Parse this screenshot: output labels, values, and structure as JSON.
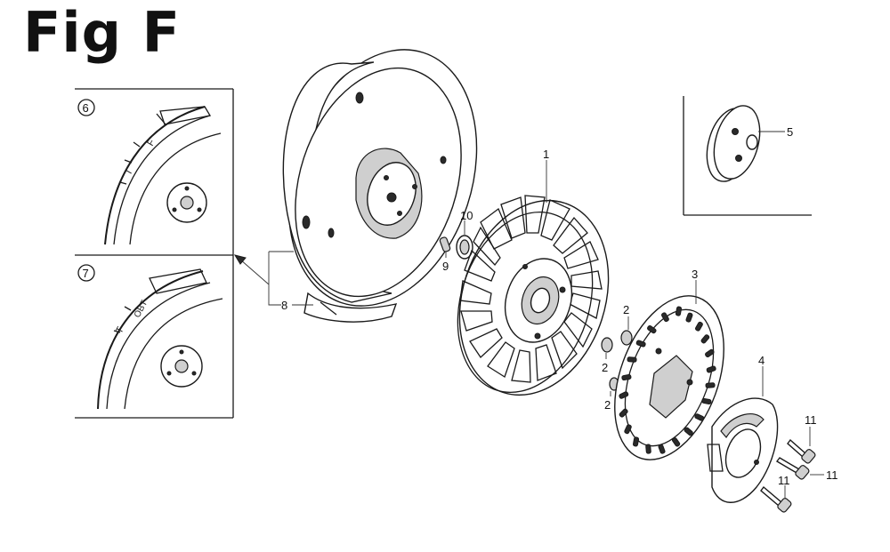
{
  "figure": {
    "title": "Fig F"
  },
  "callouts": {
    "p1": "1",
    "p2a": "2",
    "p2b": "2",
    "p2c": "2",
    "p3": "3",
    "p4": "4",
    "p5": "5",
    "p6": "6",
    "p7": "7",
    "p8": "8",
    "p9": "9",
    "p10": "10",
    "p11a": "11",
    "p11b": "11",
    "p11c": "11"
  },
  "detail_marks": {
    "d6_mark_a": "F",
    "d6_mark_b": "T",
    "d7_mark_a": "OBT",
    "d7_mark_b": "T"
  }
}
